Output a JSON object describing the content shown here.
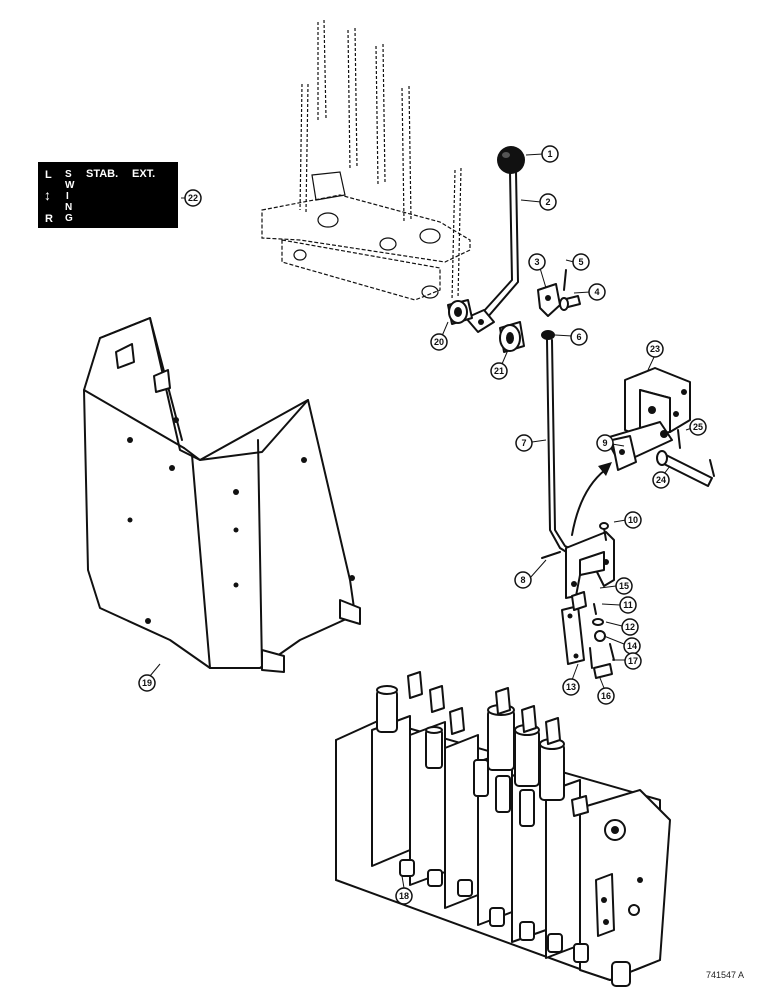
{
  "decal": {
    "letters_left": [
      "L",
      "R"
    ],
    "arrow": "↕",
    "swing": [
      "S",
      "W",
      "I",
      "N",
      "G"
    ],
    "stab": "STAB.",
    "ext": "EXT."
  },
  "callouts": [
    {
      "id": "c1",
      "label": "1"
    },
    {
      "id": "c2",
      "label": "2"
    },
    {
      "id": "c3",
      "label": "3"
    },
    {
      "id": "c4",
      "label": "4"
    },
    {
      "id": "c5",
      "label": "5"
    },
    {
      "id": "c6",
      "label": "6"
    },
    {
      "id": "c7",
      "label": "7"
    },
    {
      "id": "c8",
      "label": "8"
    },
    {
      "id": "c9",
      "label": "9"
    },
    {
      "id": "c10",
      "label": "10"
    },
    {
      "id": "c11",
      "label": "11"
    },
    {
      "id": "c12",
      "label": "12"
    },
    {
      "id": "c13",
      "label": "13"
    },
    {
      "id": "c14",
      "label": "14"
    },
    {
      "id": "c15",
      "label": "15"
    },
    {
      "id": "c16",
      "label": "16"
    },
    {
      "id": "c17",
      "label": "17"
    },
    {
      "id": "c18",
      "label": "18"
    },
    {
      "id": "c19",
      "label": "19"
    },
    {
      "id": "c20",
      "label": "20"
    },
    {
      "id": "c21",
      "label": "21"
    },
    {
      "id": "c22",
      "label": "22"
    },
    {
      "id": "c23",
      "label": "23"
    },
    {
      "id": "c24",
      "label": "24"
    },
    {
      "id": "c25",
      "label": "25"
    }
  ],
  "reference_number": "741547 A"
}
